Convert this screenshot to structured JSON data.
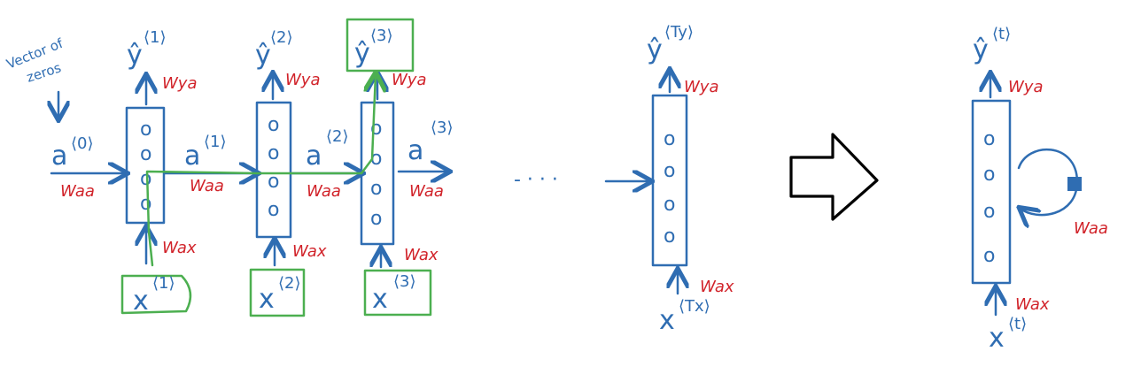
{
  "labels": {
    "vector_of_zeros_1": "Vector of",
    "vector_of_zeros_2": "zeros",
    "a0": "a",
    "a0_sup": "⟨0⟩",
    "a1": "a",
    "a1_sup": "⟨1⟩",
    "a2": "a",
    "a2_sup": "⟨2⟩",
    "a3": "a",
    "a3_sup": "⟨3⟩",
    "y1": "ŷ",
    "y1_sup": "⟨1⟩",
    "y2": "ŷ",
    "y2_sup": "⟨2⟩",
    "y3": "ŷ",
    "y3_sup": "⟨3⟩",
    "yTy": "ŷ",
    "yTy_sup": "⟨Ty⟩",
    "yt": "ŷ",
    "yt_sup": "⟨t⟩",
    "x1": "x",
    "x1_sup": "⟨1⟩",
    "x2": "x",
    "x2_sup": "⟨2⟩",
    "x3": "x",
    "x3_sup": "⟨3⟩",
    "xTx": "x",
    "xTx_sup": "⟨Tx⟩",
    "xt": "x",
    "xt_sup": "⟨t⟩",
    "dots": "- · · ·",
    "neuron_char": "o"
  },
  "weights": {
    "wya": "Wya",
    "waa": "Waa",
    "wax": "Wax"
  },
  "colors": {
    "ink_blue": "#2f6db2",
    "ink_red": "#d1232a",
    "ink_green": "#4caf50",
    "arrow": "#000000"
  }
}
